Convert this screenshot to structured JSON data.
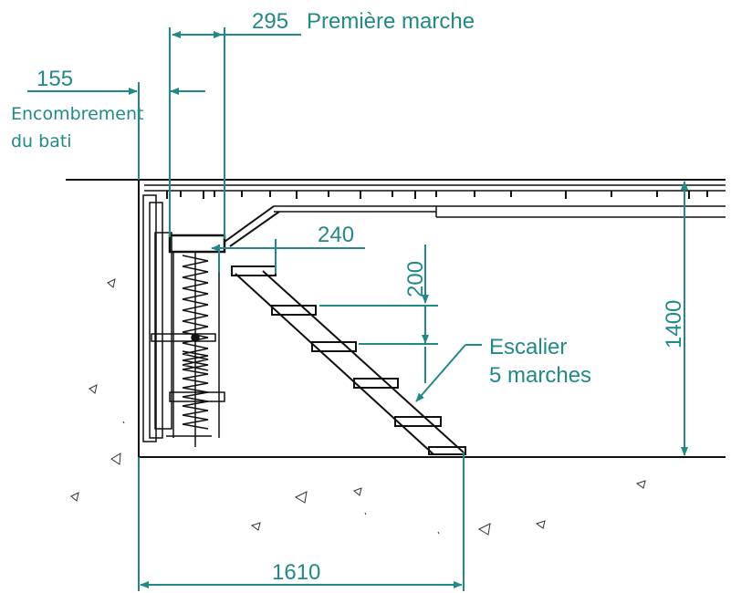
{
  "dimensions": {
    "frame_encroachment": {
      "value": "155",
      "caption_line1": "Encombrement",
      "caption_line2": "du bati"
    },
    "first_step": {
      "value": "295",
      "caption": "Première marche"
    },
    "step_depth": "240",
    "step_rise": "200",
    "pit_depth": "1400",
    "overall_length": "1610"
  },
  "staircase_note": {
    "line1": "Escalier",
    "line2": "5 marches"
  },
  "colors": {
    "dimension": "#1f8a86",
    "drawing": "#111111",
    "background": "#ffffff"
  }
}
